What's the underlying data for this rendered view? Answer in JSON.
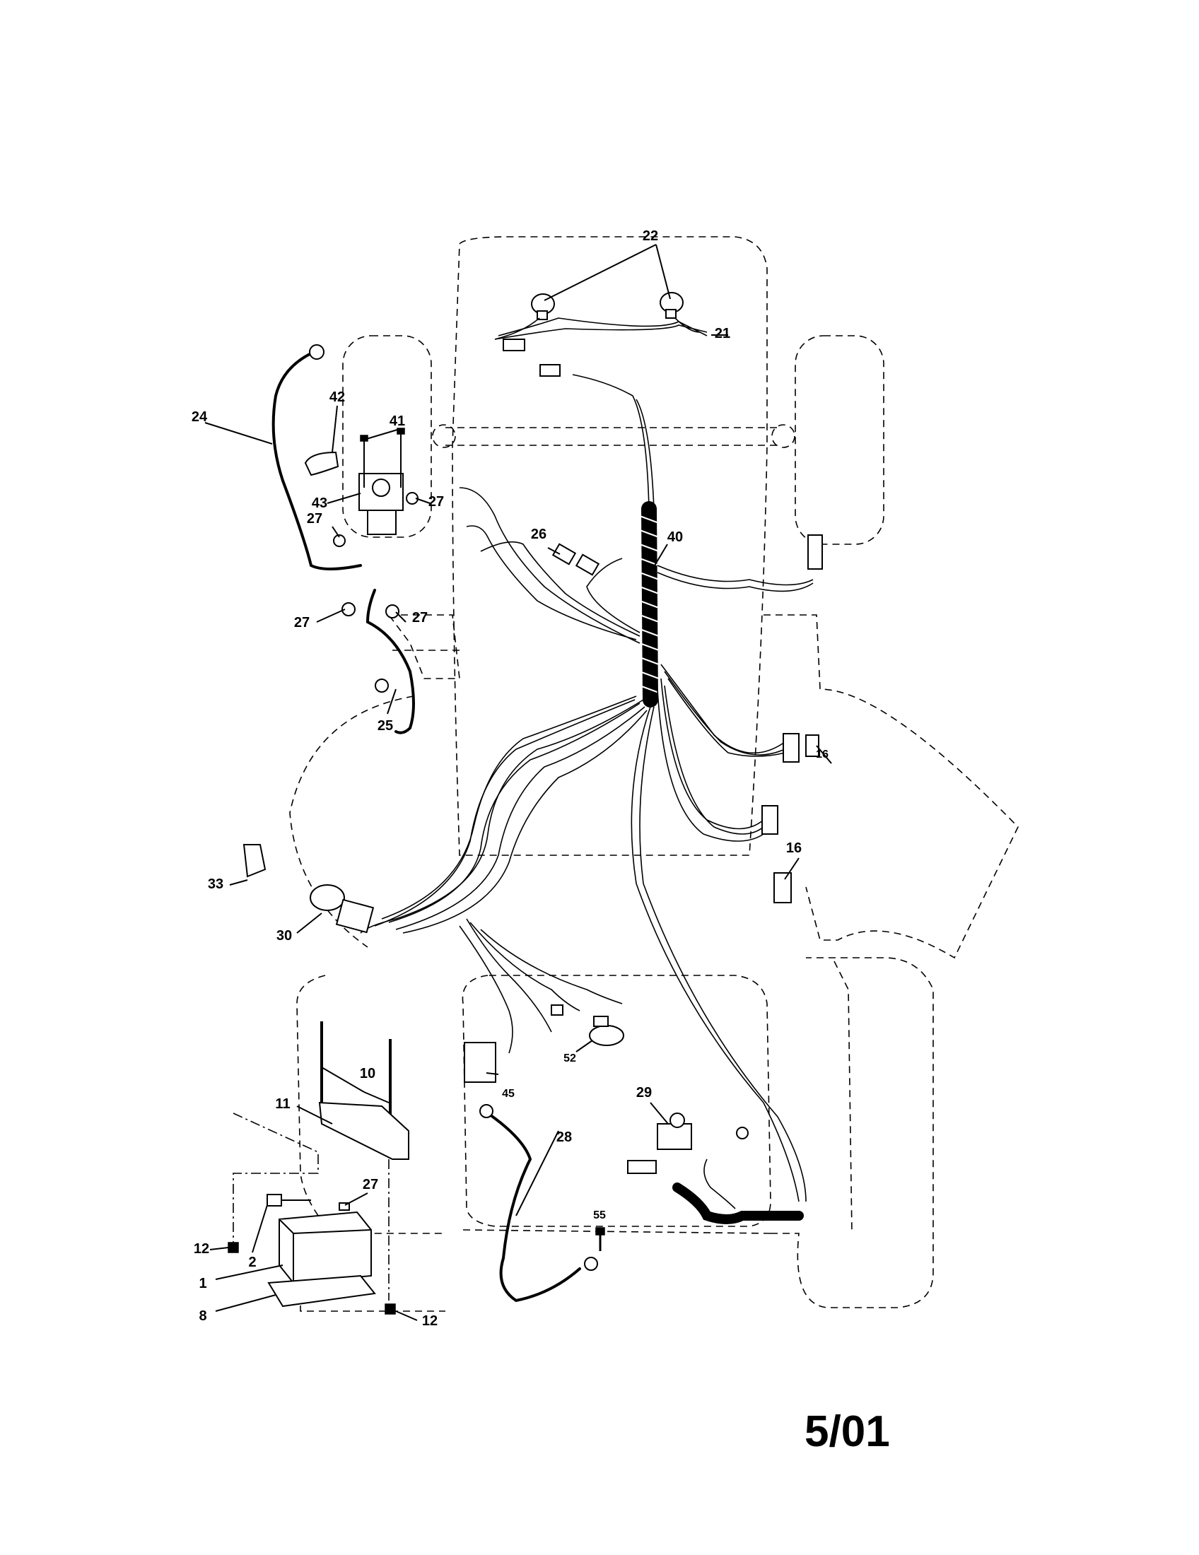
{
  "page_code": "5/01",
  "callouts": {
    "c1": "1",
    "c2": "2",
    "c8": "8",
    "c10": "10",
    "c11": "11",
    "c12a": "12",
    "c12b": "12",
    "c16a": "16",
    "c16b": "16",
    "c21": "21",
    "c22": "22",
    "c24": "24",
    "c25": "25",
    "c26": "26",
    "c27a": "27",
    "c27b": "27",
    "c27c": "27",
    "c27d": "27",
    "c27e": "27",
    "c28": "28",
    "c29": "29",
    "c30": "30",
    "c33": "33",
    "c40": "40",
    "c41": "41",
    "c42": "42",
    "c43": "43",
    "c45": "45",
    "c52": "52",
    "c55": "55"
  }
}
